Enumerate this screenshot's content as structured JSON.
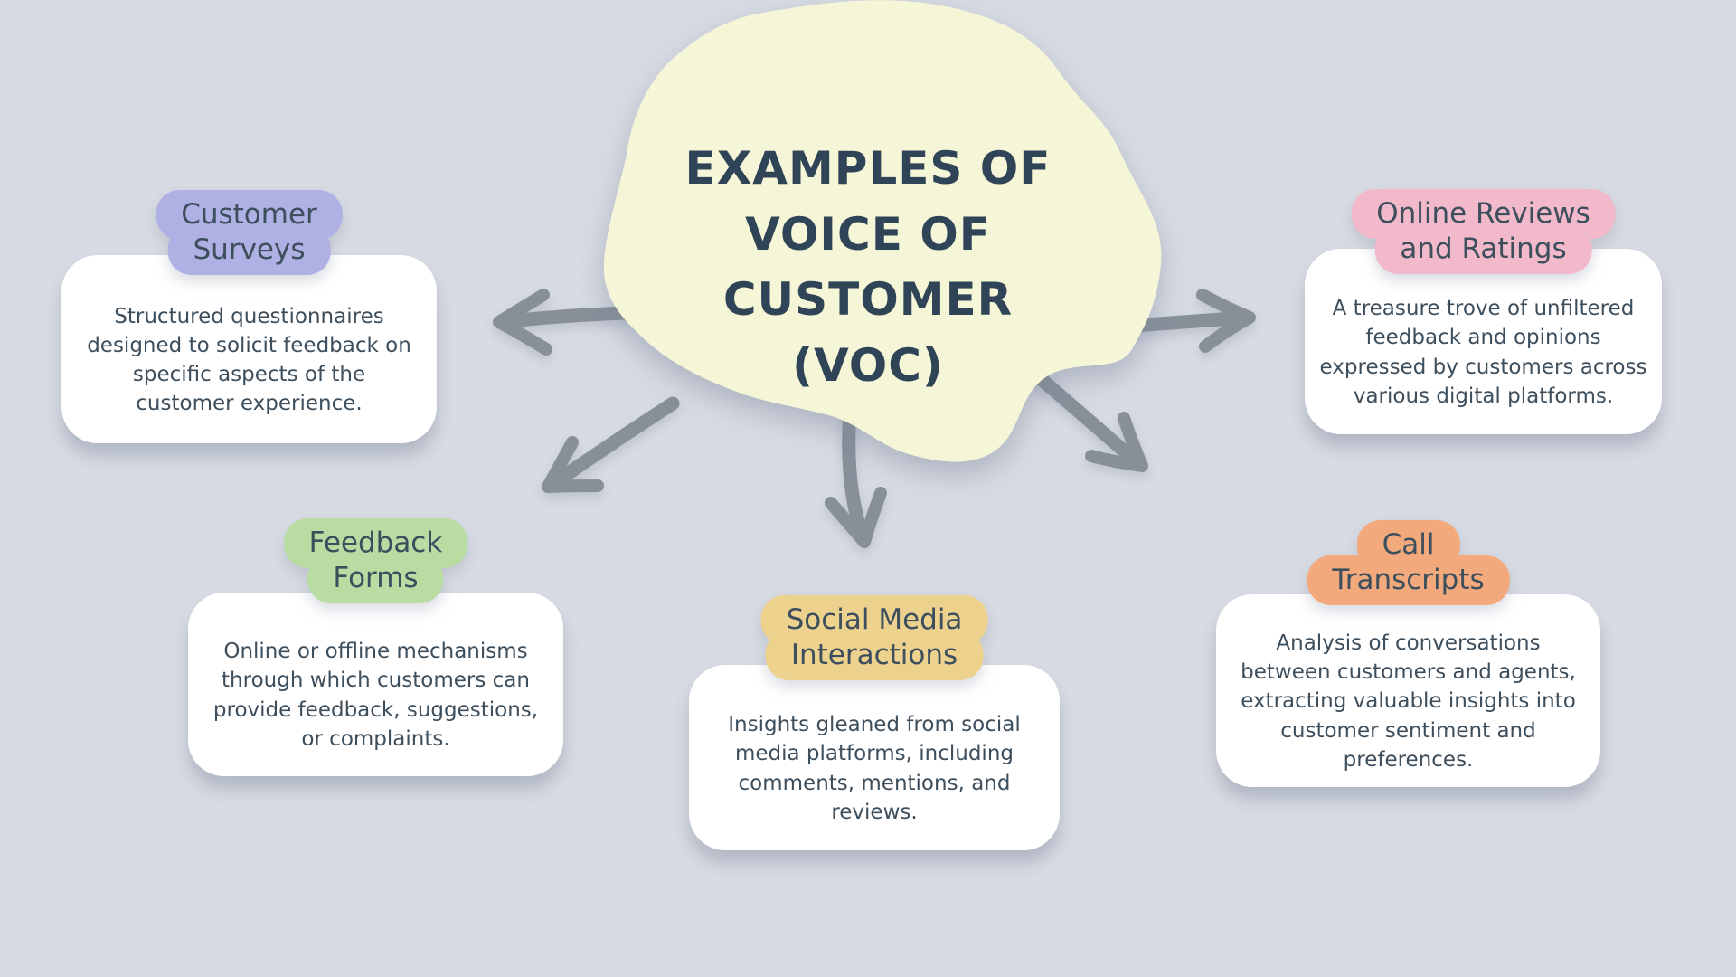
{
  "canvas": {
    "background": "#D8DBE3"
  },
  "center": {
    "title": "EXAMPLES OF\nVOICE OF\nCUSTOMER\n(VOC)",
    "blob_color": "#F5F6D7",
    "title_color": "#2F4456"
  },
  "arrows": {
    "color": "#879099"
  },
  "text_color": "#3D4E5D",
  "nodes": [
    {
      "id": "customer-surveys",
      "label": {
        "line1": "Customer",
        "line2": "Surveys",
        "color": "#AFB0E4"
      },
      "description": "Structured questionnaires\ndesigned to solicit feedback on\nspecific aspects of the\ncustomer experience."
    },
    {
      "id": "online-reviews-and-ratings",
      "label": {
        "line1": "Online Reviews",
        "line2": "and Ratings",
        "color": "#F2B9CB"
      },
      "description": "A treasure trove of unfiltered\nfeedback and opinions\nexpressed by customers across\nvarious digital platforms."
    },
    {
      "id": "feedback-forms",
      "label": {
        "line1": "Feedback",
        "line2": "Forms",
        "color": "#B9DCA3"
      },
      "description": "Online or offline mechanisms\nthrough which customers can\nprovide feedback, suggestions,\nor complaints."
    },
    {
      "id": "social-media-interactions",
      "label": {
        "line1": "Social Media",
        "line2": "Interactions",
        "color": "#EDD28E"
      },
      "description": "Insights gleaned from social\nmedia platforms, including\ncomments, mentions, and\nreviews."
    },
    {
      "id": "call-transcripts",
      "label": {
        "line1": "Call",
        "line2": "Transcripts",
        "color": "#F2AA7D"
      },
      "description": "Analysis of conversations\nbetween customers and agents,\nextracting valuable insights into\ncustomer sentiment and\npreferences."
    }
  ]
}
